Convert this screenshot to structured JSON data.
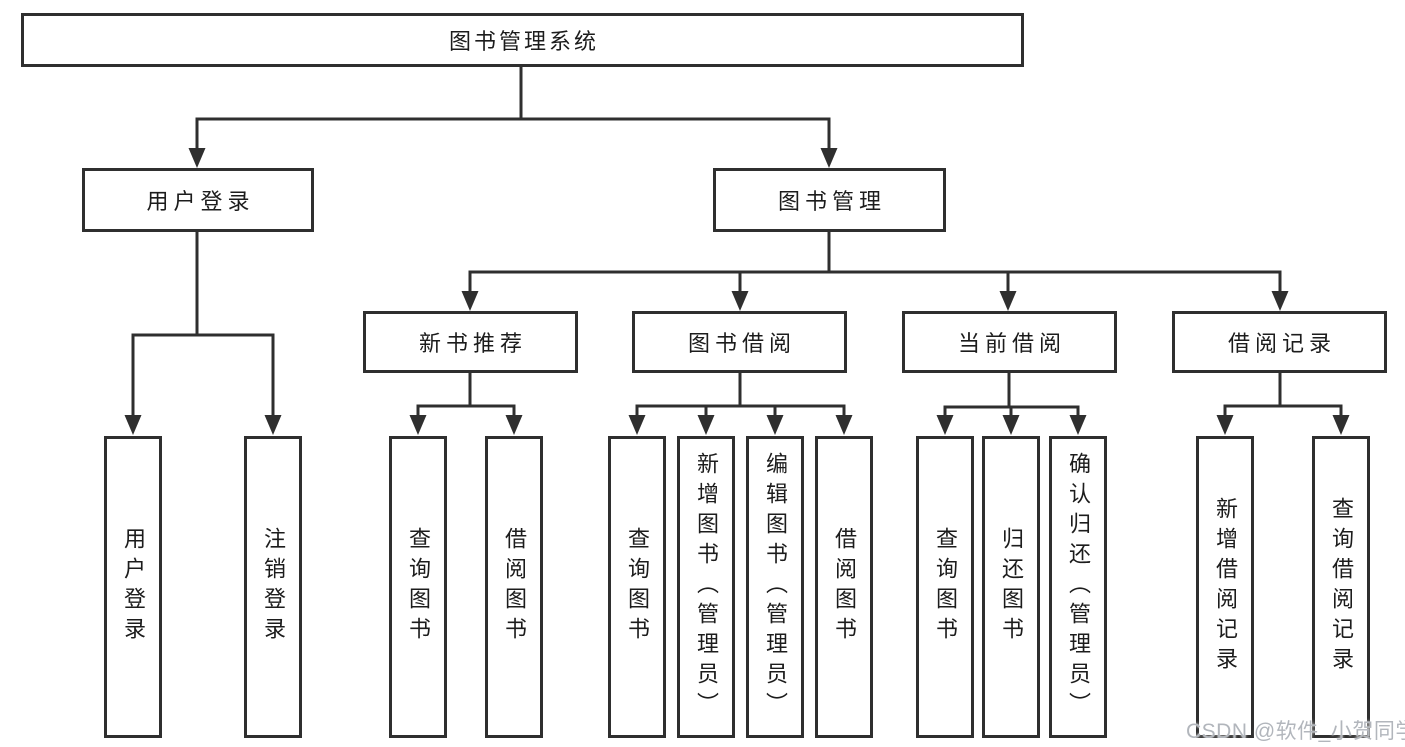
{
  "diagram": {
    "type": "hierarchy-flowchart",
    "colors": {
      "line": "#2f2f2f",
      "box_border": "#2f2f2f",
      "box_fill": "#ffffff",
      "text": "#1c1c1c",
      "watermark": "#b2b6bc"
    },
    "nodes": {
      "root": {
        "label": "图书管理系统"
      },
      "user_login": {
        "label": "用户登录"
      },
      "book_mgmt": {
        "label": "图书管理"
      },
      "new_book_rec": {
        "label": "新书推荐"
      },
      "book_borrow": {
        "label": "图书借阅"
      },
      "current_borrow": {
        "label": "当前借阅"
      },
      "borrow_records": {
        "label": "借阅记录"
      },
      "ul_user_login": {
        "label": "用户登录"
      },
      "ul_logout": {
        "label": "注销登录"
      },
      "nbr_query_book": {
        "label": "查询图书"
      },
      "nbr_borrow_book": {
        "label": "借阅图书"
      },
      "bb_query_book": {
        "label": "查询图书"
      },
      "bb_add_book": {
        "label": "新增图书（管理员）"
      },
      "bb_edit_book": {
        "label": "编辑图书（管理员）"
      },
      "bb_borrow_book": {
        "label": "借阅图书"
      },
      "cb_query_book": {
        "label": "查询图书"
      },
      "cb_return_book": {
        "label": "归还图书"
      },
      "cb_confirm_return": {
        "label": "确认归还（管理员）"
      },
      "br_add_record": {
        "label": "新增借阅记录"
      },
      "br_query_record": {
        "label": "查询借阅记录"
      }
    },
    "hierarchy": {
      "图书管理系统": [
        "用户登录",
        "图书管理"
      ],
      "用户登录": [
        "用户登录",
        "注销登录"
      ],
      "图书管理": [
        "新书推荐",
        "图书借阅",
        "当前借阅",
        "借阅记录"
      ],
      "新书推荐": [
        "查询图书",
        "借阅图书"
      ],
      "图书借阅": [
        "查询图书",
        "新增图书（管理员）",
        "编辑图书（管理员）",
        "借阅图书"
      ],
      "当前借阅": [
        "查询图书",
        "归还图书",
        "确认归还（管理员）"
      ],
      "借阅记录": [
        "新增借阅记录",
        "查询借阅记录"
      ]
    }
  },
  "watermark": {
    "text": "CSDN @软件_小贺同学"
  }
}
